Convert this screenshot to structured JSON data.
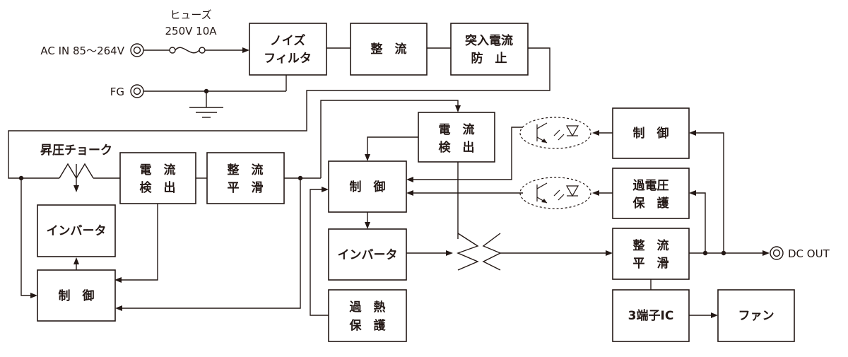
{
  "input": {
    "ac_in": "AC IN 85～264V",
    "fg": "FG",
    "fuse_title": "ヒューズ",
    "fuse_rating": "250V  10A"
  },
  "output": {
    "dc_out": "DC OUT"
  },
  "blocks": {
    "noise_filter": [
      "ノイズ",
      "フィルタ"
    ],
    "rectifier1": [
      "整　流"
    ],
    "inrush": [
      "突入電流",
      "防　止"
    ],
    "boost_choke": "昇圧チョーク",
    "pfc_current_detect": [
      "電　流",
      "検　出"
    ],
    "rect_smooth1": [
      "整　流",
      "平　滑"
    ],
    "pfc_inverter": [
      "インバータ"
    ],
    "pfc_control": [
      "制　御"
    ],
    "main_current_detect": [
      "電　流",
      "検　出"
    ],
    "main_control": [
      "制　御"
    ],
    "main_inverter": [
      "インバータ"
    ],
    "overheat": [
      "過　熱",
      "保　護"
    ],
    "sec_control": [
      "制　御"
    ],
    "ovp": [
      "過電圧",
      "保　護"
    ],
    "rect_smooth2": [
      "整　流",
      "平　滑"
    ],
    "regulator": [
      "3端子IC"
    ],
    "fan": [
      "ファン"
    ]
  }
}
